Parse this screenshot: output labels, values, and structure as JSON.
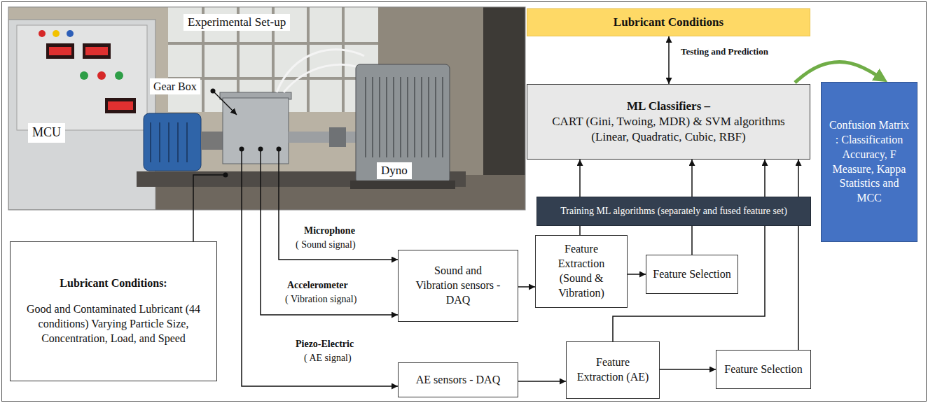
{
  "diagram": {
    "nodes": [
      {
        "text": [
          "Lubricant Conditions"
        ]
      },
      {
        "text": [
          "ML Classifiers –",
          "CART (Gini, Twoing, MDR) & SVM algorithms (Linear, Quadratic, Cubic, RBF)"
        ]
      },
      {
        "text": [
          "Confusion Matrix : Classification Accuracy, F Measure, Kappa Statistics and MCC"
        ]
      },
      {
        "text": [
          "Training ML algorithms (separately and fused feature set)"
        ]
      },
      {
        "text": [
          "Lubricant Conditions:",
          "Good and Contaminated Lubricant (44 conditions) Varying Particle Size, Concentration, Load, and Speed"
        ]
      },
      {
        "text": [
          "Sound and Vibration sensors - DAQ"
        ]
      },
      {
        "text": [
          "Feature Extraction (Sound & Vibration)"
        ]
      },
      {
        "text": [
          "Feature Selection"
        ]
      },
      {
        "text": [
          "AE sensors - DAQ"
        ]
      },
      {
        "text": [
          "Feature Extraction (AE)"
        ]
      },
      {
        "text": [
          "Feature Selection"
        ]
      }
    ],
    "edges": [
      {
        "from": 0,
        "to": 1,
        "label": "Testing and Prediction",
        "arrow": "both"
      },
      {
        "from": 1,
        "to": 2,
        "arrow": "to"
      },
      {
        "from": 6,
        "to": 3,
        "arrow": "none"
      },
      {
        "from": 7,
        "to": 3,
        "arrow": "none"
      },
      {
        "from": 3,
        "to": 1,
        "arrow": "to"
      },
      {
        "from": 3,
        "to": 1,
        "arrow": "to"
      },
      {
        "from": 9,
        "to": 1,
        "arrow": "to"
      },
      {
        "from": 10,
        "to": 1,
        "arrow": "to"
      },
      {
        "from": 5,
        "to": 6,
        "arrow": "to"
      },
      {
        "from": 6,
        "to": 7,
        "arrow": "to"
      },
      {
        "from": 8,
        "to": 9,
        "arrow": "to"
      },
      {
        "from": 9,
        "to": 10,
        "arrow": "to"
      }
    ],
    "labels": [
      "Experimental Set-up",
      "MCU",
      "Gear Box",
      "Dyno",
      "Microphone",
      "( Sound signal)",
      "Accelerometer",
      "( Vibration signal)",
      "Piezo-Electric",
      "( AE signal)"
    ]
  }
}
